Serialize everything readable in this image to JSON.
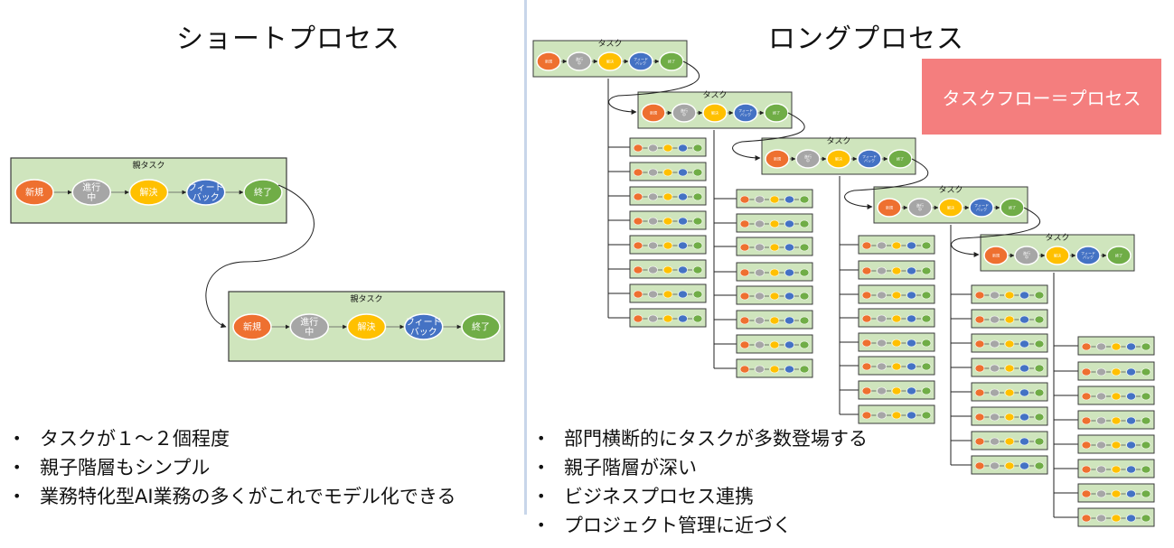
{
  "short_process": {
    "title": "ショートプロセス",
    "parent_task_label": "親タスク",
    "bullets": [
      "タスクが１～２個程度",
      "親子階層もシンプル",
      "業務特化型AI業務の多くがこれでモデル化できる"
    ]
  },
  "long_process": {
    "title": "ロングプロセス",
    "task_label": "タスク",
    "callout": "タスクフロー＝プロセス",
    "bullets": [
      "部門横断的にタスクが多数登場する",
      "親子階層が深い",
      "ビジネスプロセス連携",
      "プロジェクト管理に近づく"
    ]
  },
  "flow_stages": [
    {
      "label": "新規",
      "color": "#ee7030"
    },
    {
      "label": "進行\n中",
      "color": "#a6a6a6"
    },
    {
      "label": "解決",
      "color": "#ffc000"
    },
    {
      "label": "フィード\nバック",
      "color": "#4472c4"
    },
    {
      "label": "終了",
      "color": "#70ad47"
    }
  ]
}
